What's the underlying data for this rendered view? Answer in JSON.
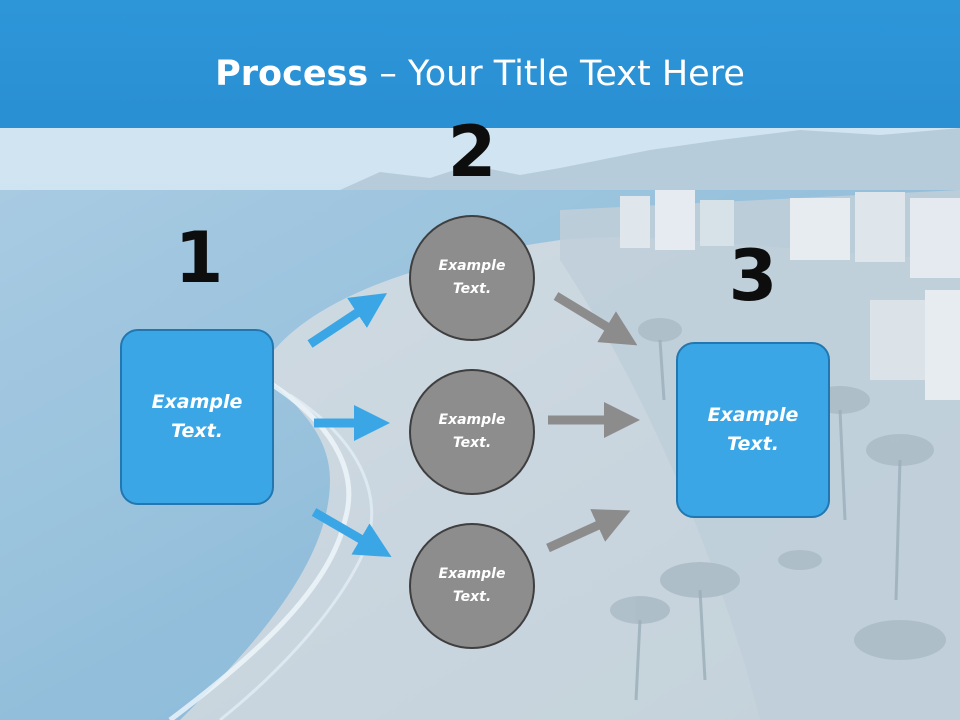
{
  "title": {
    "bold": "Process",
    "rest": " – Your Title Text Here"
  },
  "steps": [
    {
      "number": "1",
      "text": "Example Text."
    },
    {
      "number": "2",
      "items": [
        {
          "text": "Example Text."
        },
        {
          "text": "Example Text."
        },
        {
          "text": "Example Text."
        }
      ]
    },
    {
      "number": "3",
      "text": "Example Text."
    }
  ],
  "colors": {
    "header": "#2a8fd3",
    "box_fill": "#3aa6e6",
    "box_border": "#2277b0",
    "circle_fill": "#8d8d8d",
    "circle_border": "#3f3f3f",
    "arrow_in": "#3aa6e6",
    "arrow_out": "#8c8c8c"
  },
  "icons": {
    "arrow": "arrow-right-icon"
  }
}
